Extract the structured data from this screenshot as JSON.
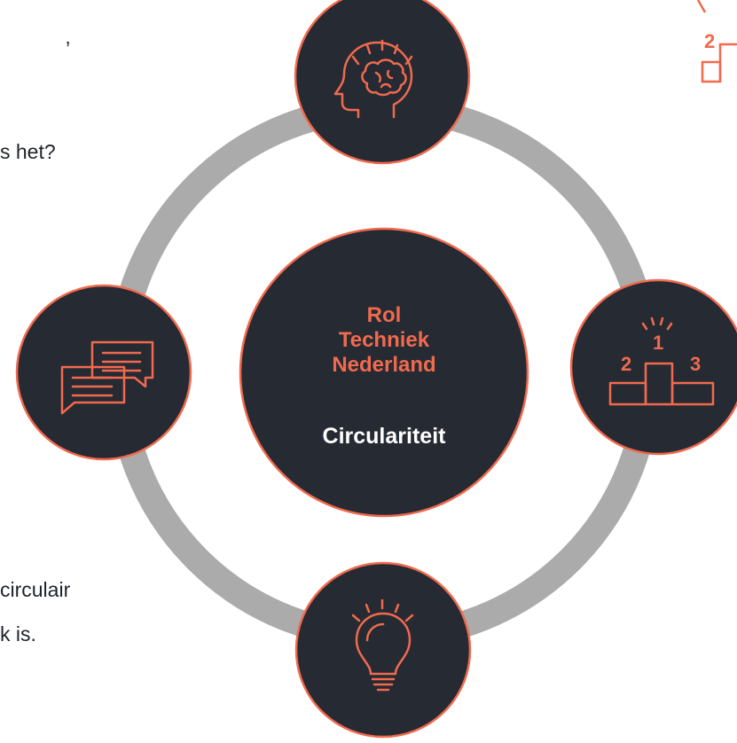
{
  "fragments": {
    "line1": "’",
    "line2": "s het?",
    "line3": "circulair",
    "line4": "k is."
  },
  "center": {
    "title_line1": "Rol",
    "title_line2": "Techniek",
    "title_line3": "Nederland",
    "subtitle": "Circulariteit"
  },
  "podium": {
    "rank1": "1",
    "rank2": "2",
    "rank3": "3"
  },
  "corner_podium": {
    "rank2": "2"
  },
  "nodes": {
    "top": "brain-icon",
    "right": "podium-icon",
    "bottom": "lightbulb-icon",
    "left": "chat-bubbles-icon"
  },
  "colors": {
    "accent": "#f06a4e",
    "circle_fill": "#262a33",
    "ring": "#ababab",
    "text": "#1f2329"
  }
}
